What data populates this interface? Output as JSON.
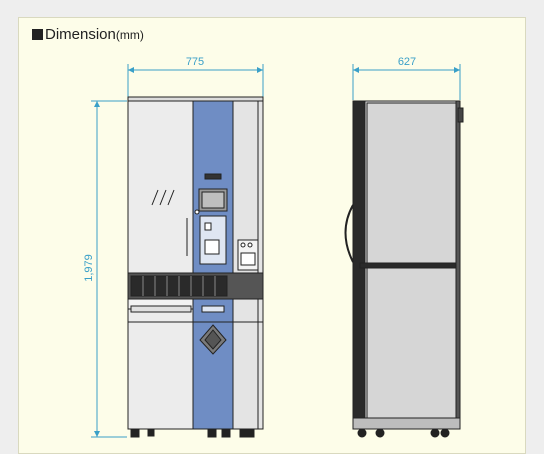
{
  "heading": {
    "label": "Dimension",
    "unit": "(mm)"
  },
  "dimensions": {
    "front_width": "775",
    "side_depth": "627",
    "height": "1,979"
  },
  "colors": {
    "panel_bg": "#fdfde9",
    "dimension_line": "#3aa0c8",
    "cabinet_gray": "#ececec",
    "accent_blue": "#6f8dc4",
    "side_fill": "#d6d6d6"
  }
}
